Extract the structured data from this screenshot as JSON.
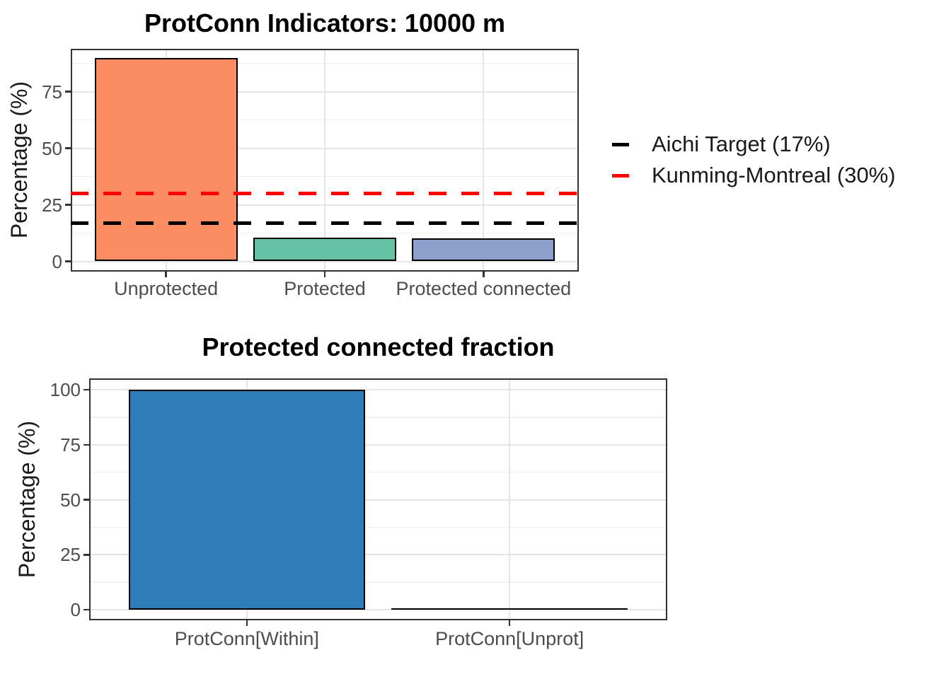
{
  "style_colors": {
    "panel_border": "#333333",
    "grid_major": "#e5e5e5",
    "grid_minor": "#f0f0f0",
    "axis_text": "#4d4d4d",
    "tick_mark": "#333333",
    "title_text": "#000000",
    "aichi_line": "#000000",
    "kunming_line": "#ff0000",
    "fraction_bar": "#2e7cb8"
  },
  "chart_data": [
    {
      "type": "bar",
      "title": "ProtConn Indicators: 10000 m",
      "xlabel": "",
      "ylabel": "Percentage (%)",
      "categories": [
        "Unprotected",
        "Protected",
        "Protected connected"
      ],
      "values": [
        89.9,
        10.5,
        10.3
      ],
      "bar_colors": [
        "#FC8D62",
        "#66C2A5",
        "#8DA0CB"
      ],
      "bar_outline": "#000000",
      "y_ticks": [
        0,
        25,
        50,
        75
      ],
      "y_minor_ticks": [
        12.5,
        37.5,
        62.5,
        87.5
      ],
      "ylim": [
        -4.5,
        94
      ],
      "grid": "major+minor horizontal, major vertical at categories",
      "legend_position": "right",
      "ref_lines": [
        {
          "label": "Aichi Target (17%)",
          "value": 17,
          "color": "#000000",
          "style": "dashed"
        },
        {
          "label": "Kunming-Montreal (30%)",
          "value": 30,
          "color": "#ff0000",
          "style": "dashed"
        }
      ]
    },
    {
      "type": "bar",
      "title": "Protected connected fraction",
      "xlabel": "",
      "ylabel": "Percentage (%)",
      "categories": [
        "ProtConn[Within]",
        "ProtConn[Unprot]"
      ],
      "values": [
        99.9,
        0.1
      ],
      "bar_colors": [
        "#2e7cb8",
        "#2e7cb8"
      ],
      "bar_outline": "#000000",
      "y_ticks": [
        0,
        25,
        50,
        75,
        100
      ],
      "y_minor_ticks": [
        12.5,
        37.5,
        62.5,
        87.5
      ],
      "ylim": [
        -5,
        105
      ],
      "grid": "major+minor horizontal, major vertical at categories",
      "legend_position": "none",
      "ref_lines": []
    }
  ]
}
